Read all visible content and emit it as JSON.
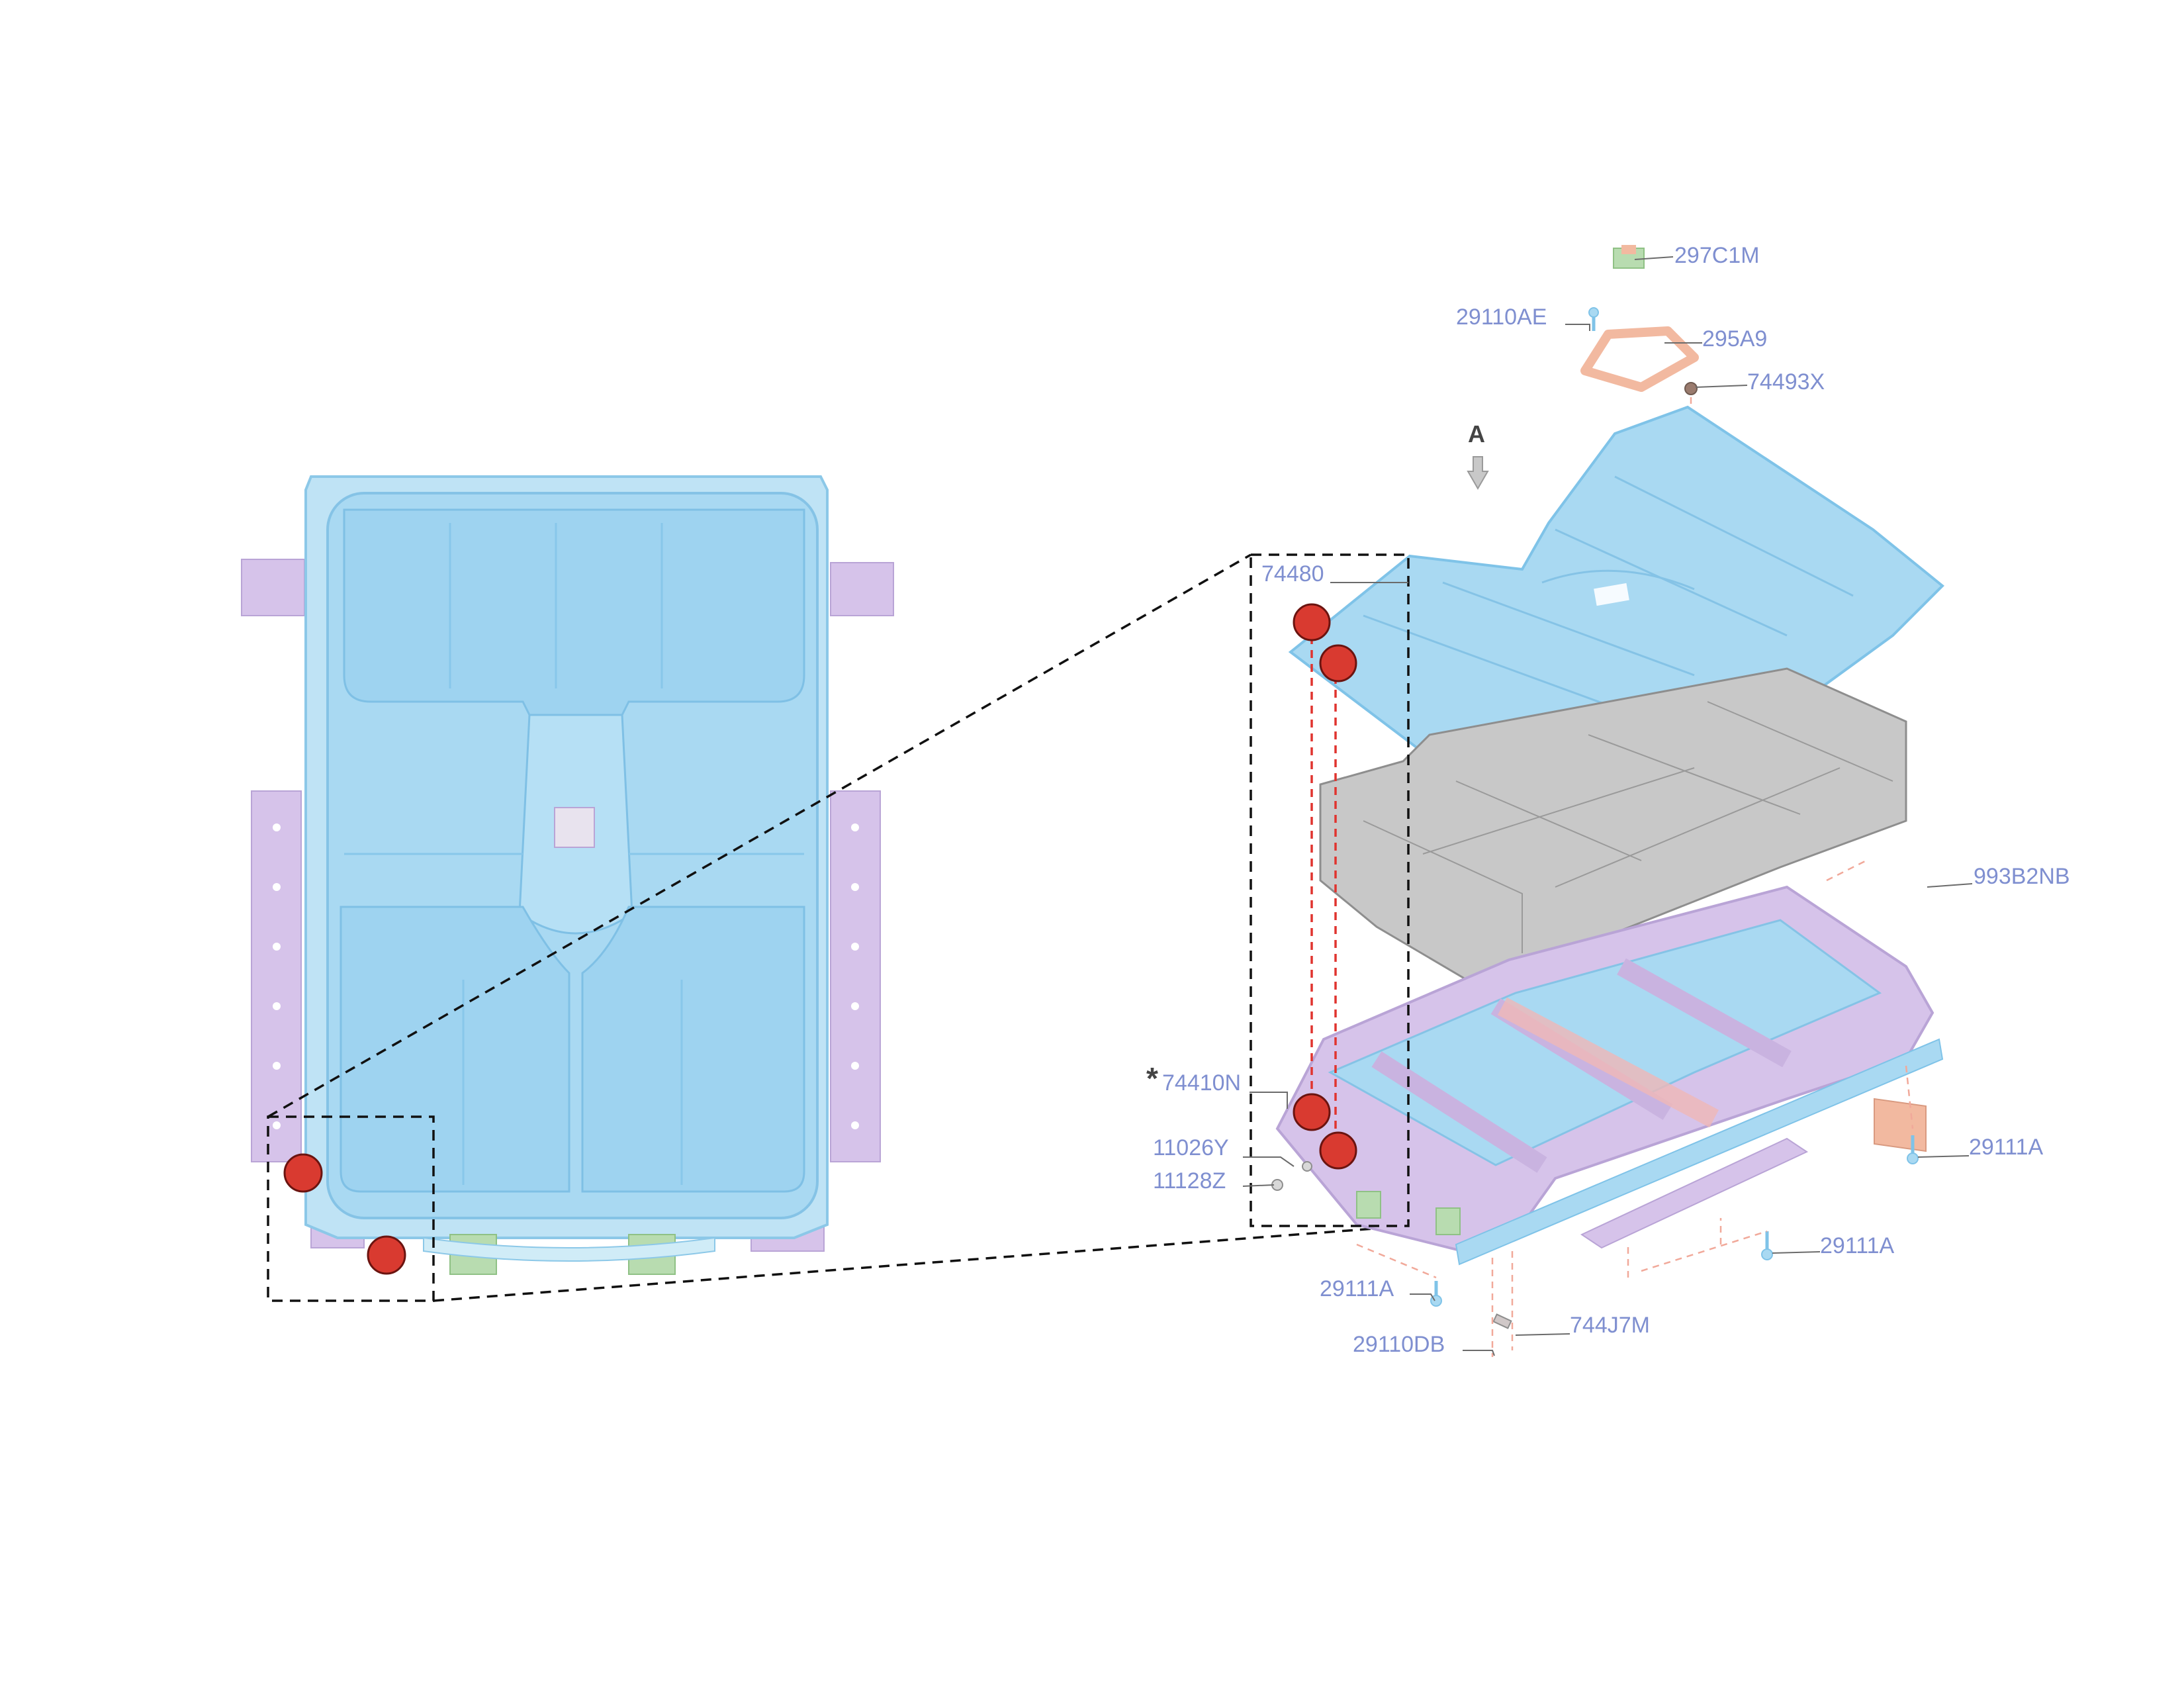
{
  "figure": {
    "view_letter": "A",
    "asterisk": "*",
    "part_labels": {
      "p297C1M": "297C1M",
      "p29110AE": "29110AE",
      "p295A9": "295A9",
      "p74493X": "74493X",
      "p74480": "74480",
      "p993B2NB": "993B2NB",
      "p74410N": "74410N",
      "p11026Y": "11026Y",
      "p11128Z": "11128Z",
      "p29111A_right": "29111A",
      "p29111A_mid": "29111A",
      "p29111A_left": "29111A",
      "p744J7M": "744J7M",
      "p29110DB": "29110DB"
    },
    "colors": {
      "tray": "#a9d9f2",
      "tray_edge": "#7fc3e8",
      "brackets": "#d6c3ea",
      "battery_modules": "#c8c8c8",
      "gasket": "#f2b9a0",
      "green_mounts": "#b8dcb0",
      "marker": "#d93a30",
      "label_text": "#7f8fd0"
    }
  }
}
